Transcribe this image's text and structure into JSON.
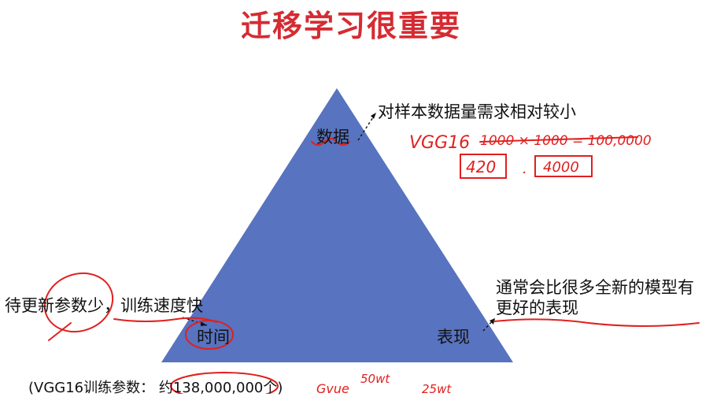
{
  "title": "迁移学习很重要",
  "colors": {
    "title": "#d52b32",
    "triangle": "#5873bf",
    "ink": "#e0201f",
    "text": "#111111"
  },
  "diagram": {
    "vertices": {
      "top": "数据",
      "left": "时间",
      "right": "表现"
    },
    "annotations": {
      "data": "对样本数据量需求相对较小",
      "time": "待更新参数少，训练速度快",
      "performance_line1": "通常会比很多全新的模型有",
      "performance_line2": "更好的表现",
      "footnote": "(VGG16训练参数： 约138,000,000个)"
    }
  },
  "handwriting": {
    "model": "VGG16",
    "calc": "1000 × 1000 = 100,0000",
    "box1": "420",
    "box2": "4000",
    "bottom1": "Gvue",
    "bottom2": "50wt",
    "bottom3": "25wt"
  }
}
